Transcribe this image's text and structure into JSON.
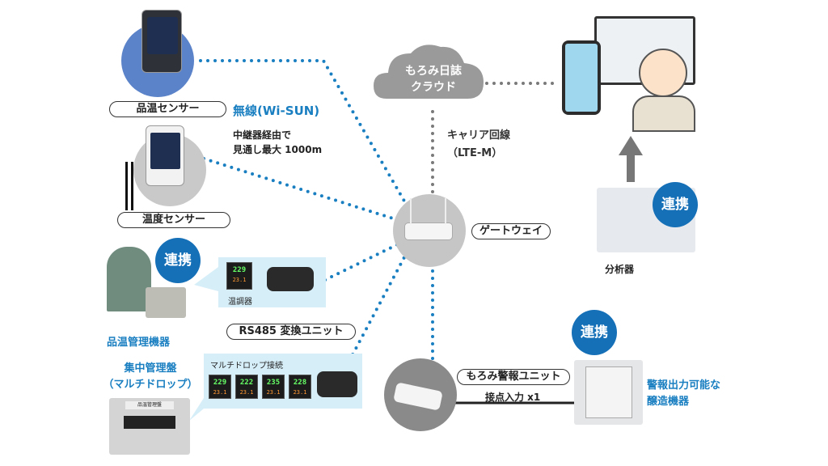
{
  "cloud": {
    "line1": "もろみ日誌",
    "line2": "クラウド"
  },
  "carrier": {
    "line1": "キャリア回線",
    "line2": "（LTE-M）"
  },
  "wireless": {
    "title": "無線(Wi-SUN)",
    "line1": "中継器経由で",
    "line2": "見通し最大 1000m"
  },
  "sensors": {
    "product_temp": "品温センサー",
    "temperature": "温度センサー"
  },
  "gateway": "ゲートウェイ",
  "badge": "連携",
  "analyzer": "分析器",
  "temp_controller": "温調器",
  "controller_readings": {
    "main": "229",
    "sub": "23.1"
  },
  "multidrop_readings": [
    "229",
    "222",
    "235",
    "228"
  ],
  "product_temp_equipment": "品温管理機器",
  "rs485": "RS485 変換ユニット",
  "central_panel": {
    "line1": "集中管理盤",
    "line2": "（マルチドロップ）",
    "plate": "品温管理盤"
  },
  "multidrop": "マルチドロップ接続",
  "alarm_unit": {
    "label": "もろみ警報ユニット",
    "input": "接点入力 x1"
  },
  "brewing_equipment": {
    "line1": "警報出力可能な",
    "line2": "醸造機器"
  },
  "colors": {
    "accent": "#1570b8",
    "dots": "#1a7fc1",
    "gray": "#8a8a8a",
    "lightbox": "#d6eef8"
  }
}
